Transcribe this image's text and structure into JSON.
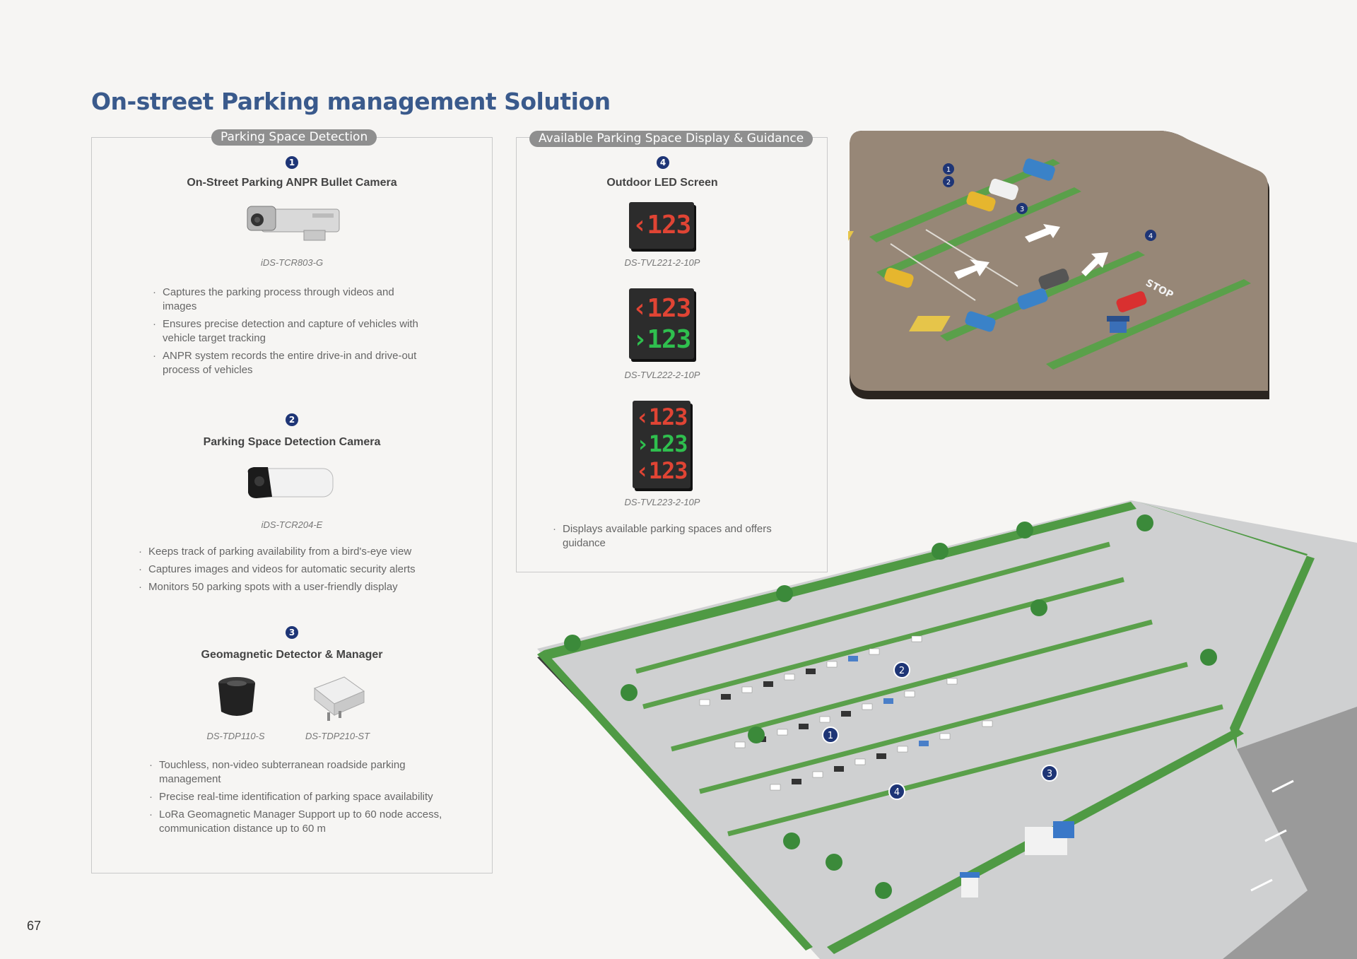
{
  "page": {
    "title": "On-street Parking management Solution",
    "page_number": "67"
  },
  "sections": {
    "detection_label": "Parking Space Detection",
    "display_label": "Available Parking Space Display & Guidance"
  },
  "products": {
    "p1": {
      "num": "1",
      "title": "On-Street Parking ANPR Bullet Camera",
      "model": "iDS-TCR803-G",
      "bullets": [
        "Captures the parking process through videos and images",
        "Ensures precise detection and capture of vehicles with vehicle target tracking",
        "ANPR system records the entire drive-in and drive-out process of vehicles"
      ]
    },
    "p2": {
      "num": "2",
      "title": "Parking Space Detection Camera",
      "model": "iDS-TCR204-E",
      "bullets": [
        "Keeps track of parking availability from a bird's-eye view",
        "Captures images and videos for automatic security alerts",
        "Monitors 50 parking spots with a user-friendly display"
      ]
    },
    "p3": {
      "num": "3",
      "title": "Geomagnetic Detector & Manager",
      "model_a": "DS-TDP110-S",
      "model_b": "DS-TDP210-ST",
      "bullets": [
        "Touchless, non-video subterranean roadside parking management",
        "Precise real-time identification of parking space availability",
        "LoRa Geomagnetic Manager Support up to 60 node access, communication distance up to 60 m"
      ]
    },
    "p4": {
      "num": "4",
      "title": "Outdoor LED Screen",
      "model_a": "DS-TVL221-2-10P",
      "model_b": "DS-TVL222-2-10P",
      "model_c": "DS-TVL223-2-10P",
      "bullets": [
        "Displays available parking spaces and offers guidance"
      ]
    }
  },
  "led_text": "123",
  "illustration": {
    "markers": [
      "1",
      "2",
      "3",
      "4"
    ],
    "road_text": "STOP"
  },
  "colors": {
    "title": "#3a5a8c",
    "marker": "#1e3576",
    "pill": "#8f8f8f",
    "led_red": "#e04434",
    "led_green": "#2fbf4e"
  }
}
